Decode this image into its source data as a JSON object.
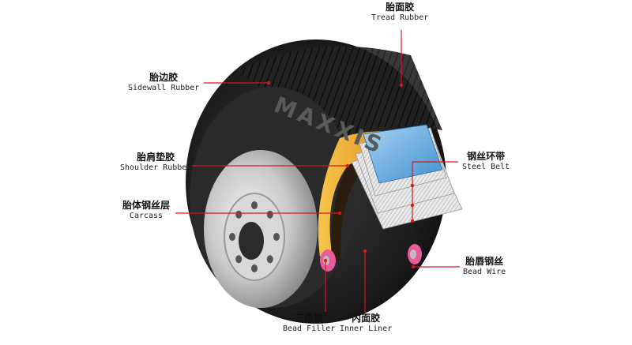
{
  "brand": {
    "sidewall_text": "MAXXIS"
  },
  "labels": {
    "tread": {
      "zh": "胎面胶",
      "en": "Tread Rubber"
    },
    "sidewall": {
      "zh": "胎边胶",
      "en": "Sidewall Rubber"
    },
    "shoulder": {
      "zh": "胎肩垫胶",
      "en": "Shoulder Rubber"
    },
    "carcass": {
      "zh": "胎体钢丝层",
      "en": "Carcass"
    },
    "steel": {
      "zh": "钢丝环带",
      "en": "Steel Belt"
    },
    "beadwire": {
      "zh": "胎唇钢丝",
      "en": "Bead Wire"
    },
    "filler": {
      "zh": "三角胶",
      "en": "Bead Filler"
    },
    "liner": {
      "zh": "内面胶",
      "en": "Inner Liner"
    }
  },
  "colors": {
    "leader": "#d41a1a",
    "belt_blue": "#5aa6dd",
    "carcass_orange": "#f0a020",
    "tire": "#1c1c1c"
  }
}
